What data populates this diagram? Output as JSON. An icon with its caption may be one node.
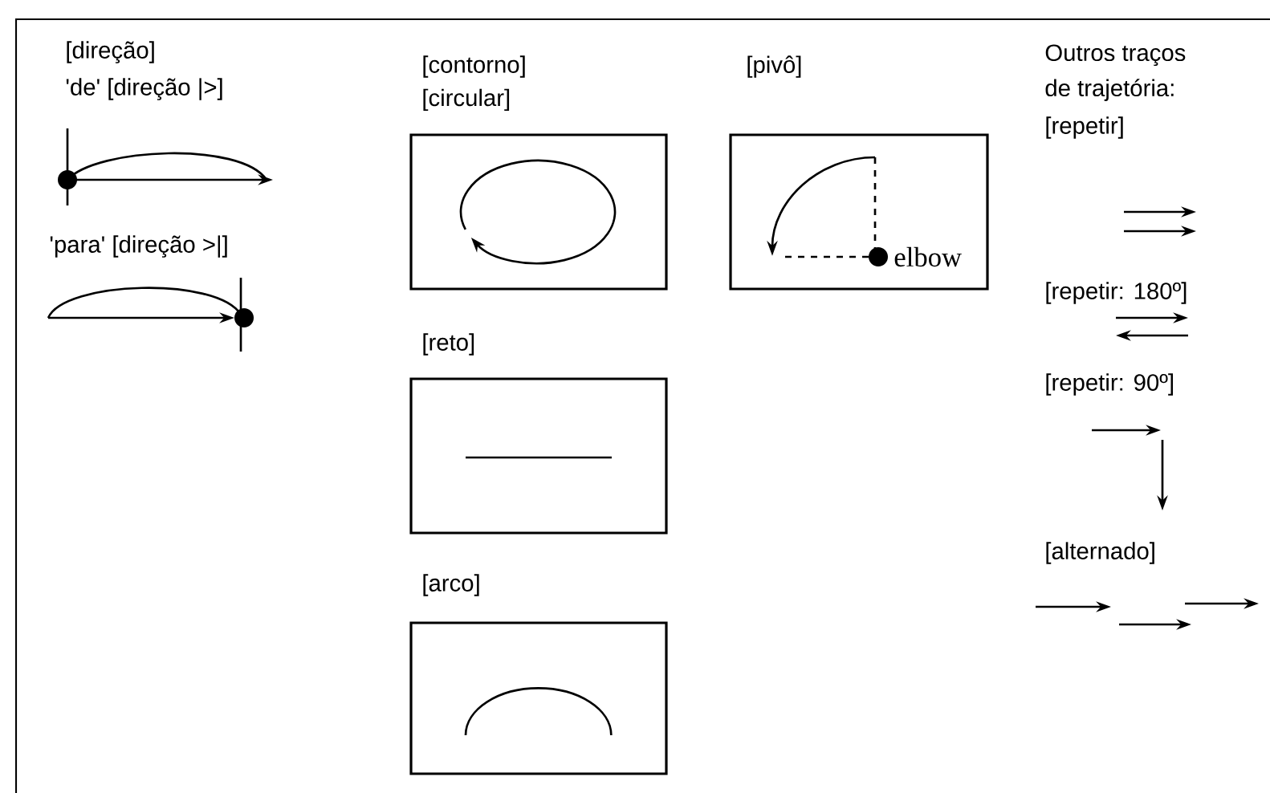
{
  "diagram": {
    "nodes": [
      {
        "text": [
          "[contorno] [circular]"
        ]
      },
      {
        "text": [
          "[pivô]",
          "elbow"
        ]
      },
      {
        "text": [
          "[reto]"
        ]
      },
      {
        "text": [
          "[arco]"
        ]
      }
    ],
    "labels": [
      "[direção]",
      "'de' [direção |>]",
      "'para' [direção >|]",
      "Outros traços de trajetória:",
      "[repetir]",
      "[repetir: 180º]",
      "[repetir: 90º]",
      "[alternado]"
    ]
  }
}
